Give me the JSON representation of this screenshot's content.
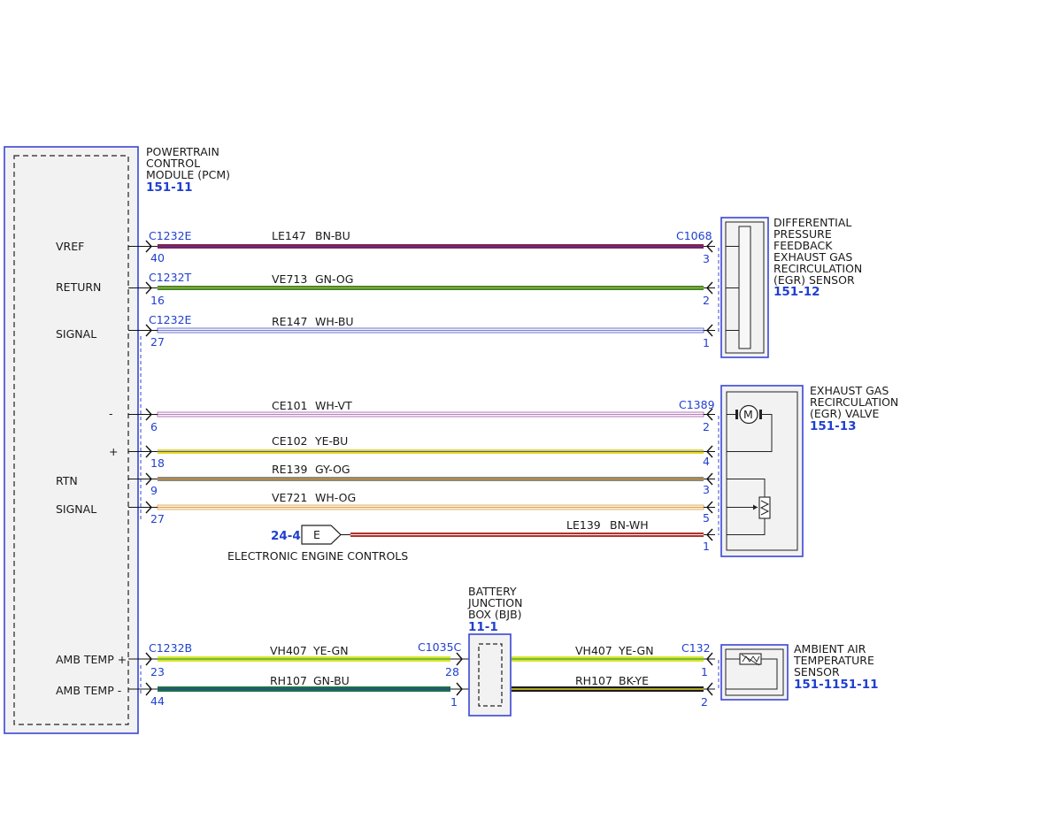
{
  "colors": {
    "module_border": "#3a46d6",
    "connector_text": "#1f3fd0",
    "module_fill": "#f2f2f2",
    "wire_BN_BU": [
      "#8b1e4b",
      "#3b3f9c"
    ],
    "wire_GN_OG": [
      "#2f8f2f",
      "#e59a2e"
    ],
    "wire_WH_BU": [
      "#f3f3ff",
      "#4a58c8"
    ],
    "wire_WH_VT": [
      "#fbf3fb",
      "#a05aa8"
    ],
    "wire_YE_BU": [
      "#e5d72a",
      "#4a58c8"
    ],
    "wire_GY_OG": [
      "#8a8a80",
      "#c98a2e"
    ],
    "wire_WH_OG": [
      "#faf0dc",
      "#e0a14a"
    ],
    "wire_BN_WH": [
      "#b03030",
      "#f5e8e8"
    ],
    "wire_YE_GN": [
      "#d7e52a",
      "#3f9f3f"
    ],
    "wire_GN_BU": [
      "#1f6f4f",
      "#234d7a"
    ],
    "wire_BK_YE": [
      "#1a1a1a",
      "#e5d72a"
    ]
  },
  "pcm": {
    "name_lines": [
      "POWERTRAIN",
      "CONTROL",
      "MODULE (PCM)"
    ],
    "ref": "151-11",
    "pins": {
      "vref": "VREF",
      "return": "RETURN",
      "signal1": "SIGNAL",
      "minus": "-",
      "plus": "+",
      "rtn": "RTN",
      "signal2": "SIGNAL",
      "amb_plus": "AMB TEMP +",
      "amb_minus": "AMB TEMP -"
    }
  },
  "circuits": {
    "w1": {
      "circuit": "LE147",
      "color": "BN-BU",
      "pcm_connector": "C1232E",
      "pcm_pin": "40",
      "dev_connector": "C1068",
      "dev_pin": "3"
    },
    "w2": {
      "circuit": "VE713",
      "color": "GN-OG",
      "pcm_connector": "C1232T",
      "pcm_pin": "16",
      "dev_pin": "2"
    },
    "w3": {
      "circuit": "RE147",
      "color": "WH-BU",
      "pcm_connector": "C1232E",
      "pcm_pin": "27",
      "dev_pin": "1"
    },
    "w4": {
      "circuit": "CE101",
      "color": "WH-VT",
      "pcm_pin": "6",
      "dev_connector": "C1389",
      "dev_pin": "2"
    },
    "w5": {
      "circuit": "CE102",
      "color": "YE-BU",
      "pcm_pin": "18",
      "dev_pin": "4"
    },
    "w6": {
      "circuit": "RE139",
      "color": "GY-OG",
      "pcm_pin": "9",
      "dev_pin": "3"
    },
    "w7": {
      "circuit": "VE721",
      "color": "WH-OG",
      "pcm_pin": "27",
      "dev_pin": "5"
    },
    "w8": {
      "circuit": "LE139",
      "color": "BN-WH",
      "dev_pin": "1"
    },
    "w9a": {
      "circuit": "VH407",
      "color": "YE-GN",
      "pcm_connector": "C1232B",
      "pcm_pin": "23",
      "bjb_connector": "C1035C",
      "bjb_pin": "28"
    },
    "w9b": {
      "circuit": "VH407",
      "color": "YE-GN",
      "dev_connector": "C132",
      "dev_pin": "1"
    },
    "w10a": {
      "circuit": "RH107",
      "color": "GN-BU",
      "pcm_pin": "44",
      "bjb_pin": "1"
    },
    "w10b": {
      "circuit": "RH107",
      "color": "BK-YE",
      "dev_pin": "2"
    }
  },
  "devices": {
    "dpfe": {
      "name_lines": [
        "DIFFERENTIAL",
        "PRESSURE",
        "FEEDBACK",
        "EXHAUST GAS",
        "RECIRCULATION",
        "(EGR) SENSOR"
      ],
      "ref": "151-12"
    },
    "egr_valve": {
      "name_lines": [
        "EXHAUST GAS",
        "RECIRCULATION",
        "(EGR) VALVE"
      ],
      "ref": "151-13",
      "motor_symbol": "M"
    },
    "bjb": {
      "name_lines": [
        "BATTERY",
        "JUNCTION",
        "BOX (BJB)"
      ],
      "ref": "11-1"
    },
    "iat": {
      "name_lines": [
        "AMBIENT AIR",
        "TEMPERATURE",
        "SENSOR"
      ],
      "refs": [
        "151-1",
        "151-11"
      ]
    }
  },
  "eec": {
    "ref": "24-4",
    "letter": "E",
    "label": "ELECTRONIC ENGINE CONTROLS"
  }
}
